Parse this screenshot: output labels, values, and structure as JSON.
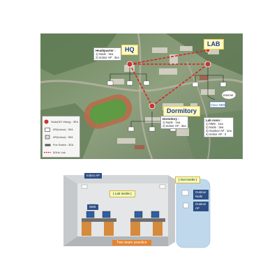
{
  "map": {
    "hq_tag": "HQ",
    "lab_tag": "LAB",
    "dorm_tag": "Dormitory",
    "hq_note": {
      "title": "Headquarter :",
      "lines": [
        "1) Node : 3ea",
        "2) Indoor AP : 3ea"
      ]
    },
    "dorm_note": {
      "title": "Dormitory :",
      "lines": [
        "1) Node : 1ea",
        "2) Indoor AP : 3ea"
      ]
    },
    "lab_note": {
      "title": "Lab room :",
      "lines": [
        "1) NMS : 1ea",
        "2) Node : 3ea",
        "3) Outdoor AP : 1ea",
        "4) Indoor AP : 3"
      ]
    },
    "internet_label": "Internet",
    "nms_label": "Cisco NMS",
    "legend": [
      {
        "icon": "node-icon",
        "text": "Node(SG Vising) : 3EA"
      },
      {
        "icon": "ap-indoor-icon",
        "text": "AP(Indoor) : 3EA"
      },
      {
        "icon": "ap-outdoor-icon",
        "text": "AP(Indoor) : 3EA"
      },
      {
        "icon": "switch-icon",
        "text": "Poe Switch : 3EA"
      },
      {
        "icon": "link-icon",
        "text": "5GHz Link"
      }
    ]
  },
  "room": {
    "indoor_ap": "Indoor AP",
    "lab_inside": "( Lab inside )",
    "out_inside": "( Out inside )",
    "outdoor_node": "Outdoor\nNode",
    "outdoor_ap": "Outdoor\nAP",
    "nms": "NMS",
    "team": "Two team practice"
  },
  "colors": {
    "link": "#e02020",
    "accent_blue": "#2e4f85",
    "label_green": "#2b6e2e",
    "team_orange": "#e7822c"
  }
}
